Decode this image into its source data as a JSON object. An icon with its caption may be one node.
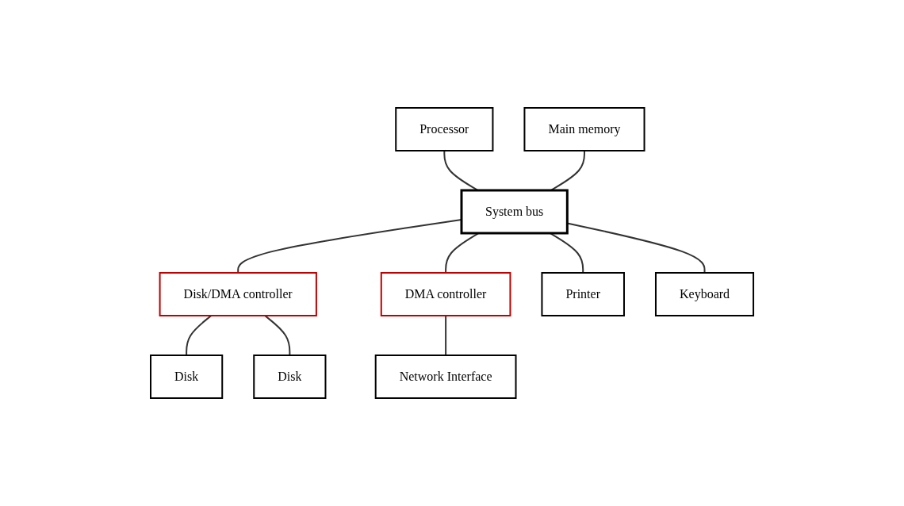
{
  "diagram": {
    "nodes": [
      {
        "text": [
          "Processor"
        ]
      },
      {
        "text": [
          "Main memory"
        ]
      },
      {
        "text": [
          "System bus"
        ]
      },
      {
        "text": [
          "Disk/DMA controller"
        ]
      },
      {
        "text": [
          "DMA controller"
        ]
      },
      {
        "text": [
          "Printer"
        ]
      },
      {
        "text": [
          "Keyboard"
        ]
      },
      {
        "text": [
          "Disk"
        ]
      },
      {
        "text": [
          "Disk"
        ]
      },
      {
        "text": [
          "Network Interface"
        ]
      }
    ],
    "edges": [
      {
        "from": 0,
        "to": 2,
        "arrow": "none"
      },
      {
        "from": 1,
        "to": 2,
        "arrow": "none"
      },
      {
        "from": 2,
        "to": 3,
        "arrow": "none"
      },
      {
        "from": 2,
        "to": 4,
        "arrow": "none"
      },
      {
        "from": 2,
        "to": 5,
        "arrow": "none"
      },
      {
        "from": 2,
        "to": 6,
        "arrow": "none"
      },
      {
        "from": 3,
        "to": 7,
        "arrow": "none"
      },
      {
        "from": 3,
        "to": 8,
        "arrow": "none"
      },
      {
        "from": 4,
        "to": 9,
        "arrow": "none"
      }
    ]
  }
}
